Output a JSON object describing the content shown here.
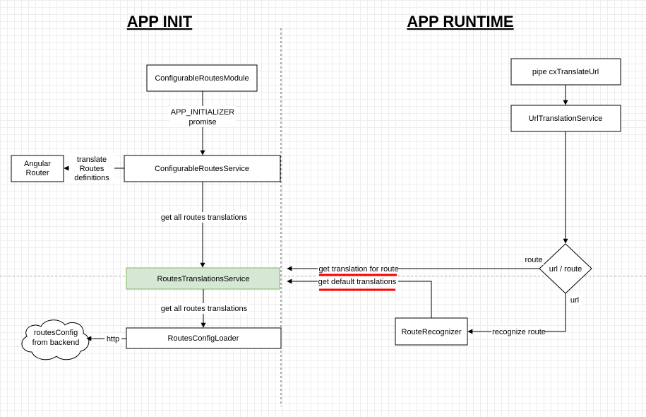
{
  "titles": {
    "left": "APP INIT",
    "right": "APP RUNTIME"
  },
  "nodes": {
    "configurable_routes_module": "ConfigurableRoutesModule",
    "configurable_routes_service": "ConfigurableRoutesService",
    "angular_router": [
      "Angular",
      "Router"
    ],
    "routes_translations_service": "RoutesTranslationsService",
    "routes_config_loader": "RoutesConfigLoader",
    "routes_config_cloud": [
      "routesConfig",
      "from backend"
    ],
    "pipe_cx_translate_url": "pipe cxTranslateUrl",
    "url_translation_service": "UrlTranslationService",
    "url_route_decision": "url / route",
    "route_recognizer": "RouteRecognizer"
  },
  "edges": {
    "app_initializer": [
      "APP_INITIALIZER",
      "promise"
    ],
    "translate_routes": [
      "translate",
      "Routes",
      "definitions"
    ],
    "get_all_routes_1": "get all routes translations",
    "get_all_routes_2": "get all routes translations",
    "http": "http",
    "route": "route",
    "url": "url",
    "recognize_route": "recognize route",
    "get_translation_for_route": "get translation for route",
    "get_default_translations": "get default translations"
  },
  "colors": {
    "highlight_fill": "#d5e8d4",
    "highlight_stroke": "#82b366",
    "underline_red": "#ff0000"
  }
}
